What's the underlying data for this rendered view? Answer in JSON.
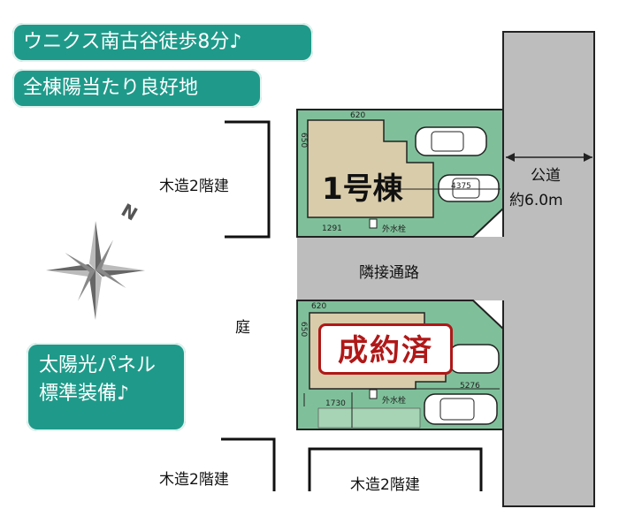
{
  "badges": {
    "station": "ウニクス南古谷徒歩8分♪",
    "sunlight": "全棟陽当たり良好地",
    "solar_line1": "太陽光パネル",
    "solar_line2": "標準装備♪"
  },
  "labels": {
    "neighbor_left_top": "木造2階建",
    "neighbor_bottom_left": "木造2階建",
    "neighbor_bottom_center": "木造2階建",
    "garden": "庭",
    "shared_road": "隣接通路",
    "public_road_line1": "公道",
    "public_road_line2": "約6.0m",
    "building1": "1号棟",
    "sold": "成約済",
    "compass_n": "N"
  },
  "dimensions": {
    "lot1_width_top": "620",
    "lot1_depth_left": "650",
    "lot1_bottom_left": "1291",
    "lot1_parking": "4375",
    "lot1_water": "外水栓",
    "lot2_width_top": "620",
    "lot2_depth_left": "650",
    "lot2_bottom_left": "1730",
    "lot2_parking": "5276",
    "lot2_water": "外水栓"
  },
  "colors": {
    "teal": "#1f9a8a",
    "lot_green": "#7fc09a",
    "road_gray": "#bdbdbd",
    "building_tan": "#d9ccaa",
    "sold_red": "#b01818"
  }
}
